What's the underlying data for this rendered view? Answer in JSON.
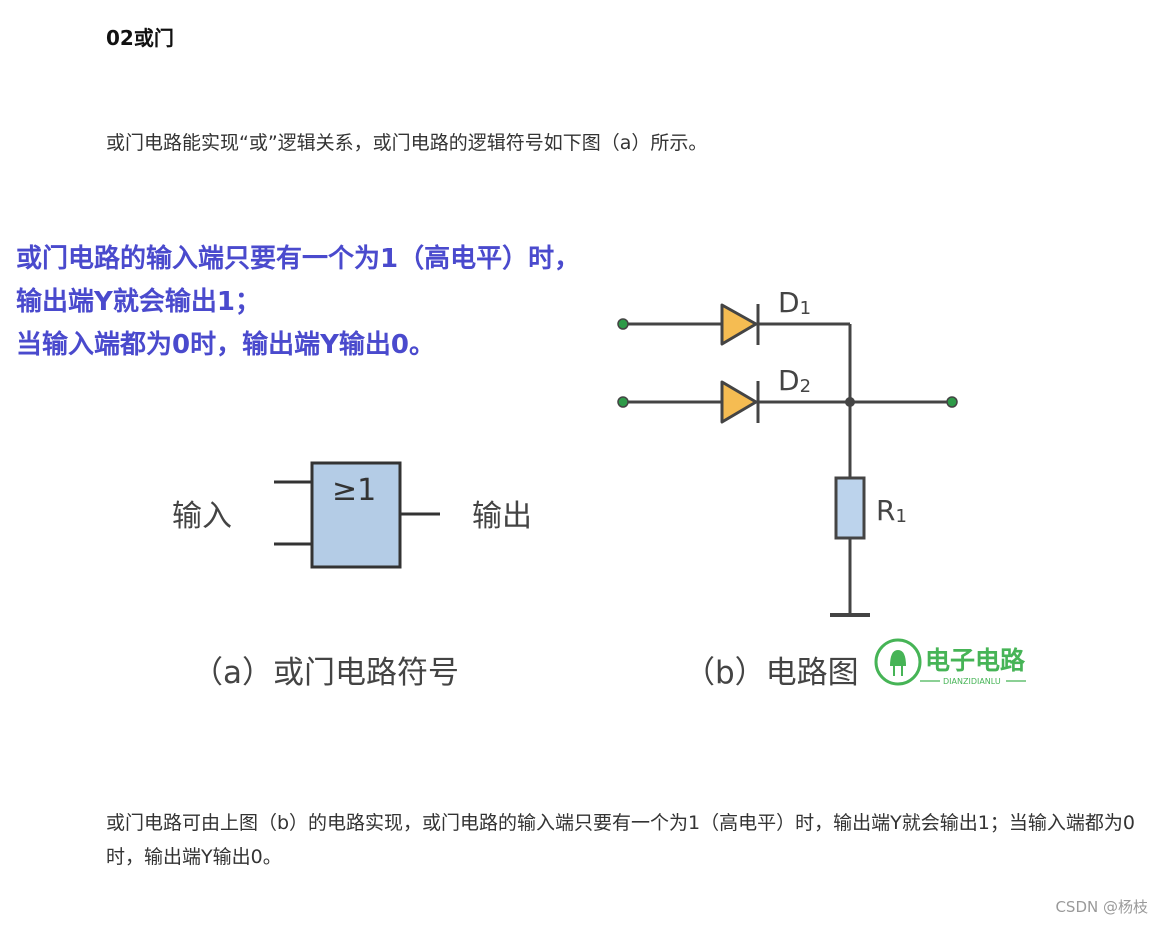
{
  "heading": "02或门",
  "paragraph1": "或门电路能实现“或”逻辑关系，或门电路的逻辑符号如下图（a）所示。",
  "callout": {
    "line1": "或门电路的输入端只要有一个为1（高电平）时，",
    "line2": "输出端Y就会输出1；",
    "line3": "当输入端都为0时，输出端Y输出0。"
  },
  "figure": {
    "symbol_gate_label": "≥1",
    "symbol_input_label": "输入",
    "symbol_output_label": "输出",
    "caption_a": "（a）或门电路符号",
    "caption_b": "（b）电路图",
    "d1_main": "D",
    "d1_sub": "1",
    "d2_main": "D",
    "d2_sub": "2",
    "r1_main": "R",
    "r1_sub": "1",
    "logo_text": "电子电路",
    "logo_subtext": "DIANZIDIANLU"
  },
  "paragraph2": "或门电路可由上图（b）的电路实现，或门电路的输入端只要有一个为1（高电平）时，输出端Y就会输出1；当输入端都为0时，输出端Y输出0。",
  "watermark": "CSDN @杨枝",
  "colors": {
    "callout": "#4a4acd",
    "gate_fill": "#b4cce6",
    "diode_fill": "#f5bc52",
    "resistor_fill": "#bcd3ec",
    "terminal_green": "#2e9a48",
    "logo_green": "#46b456"
  }
}
